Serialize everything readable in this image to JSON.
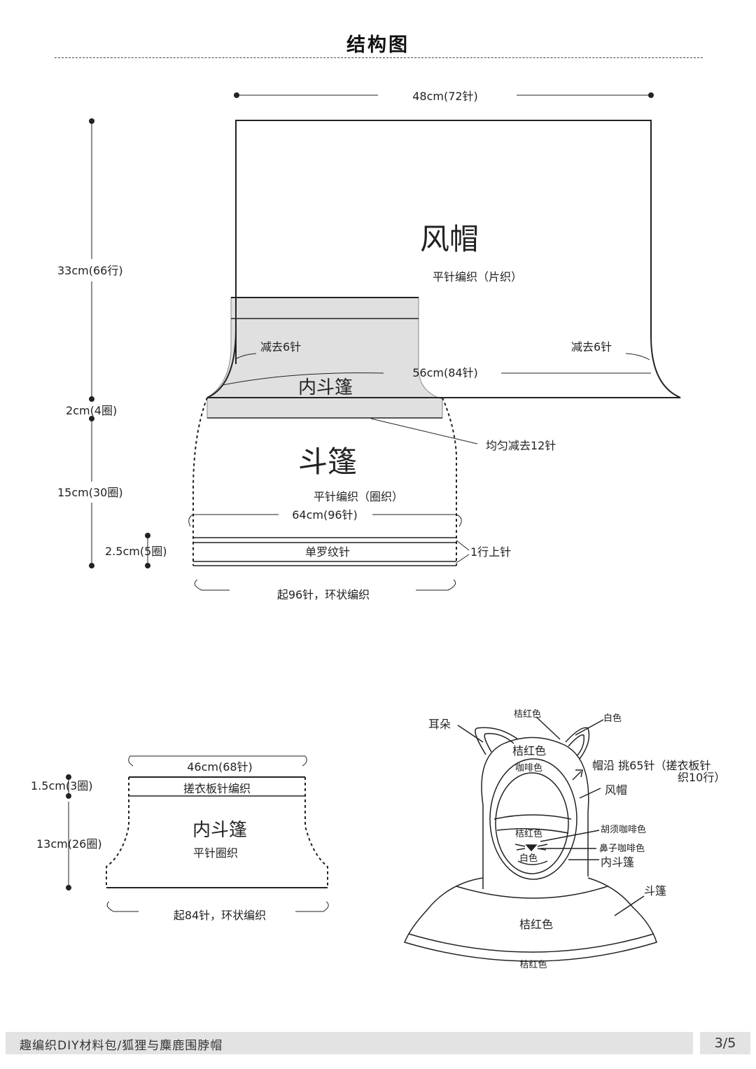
{
  "page_title": "结构图",
  "top": {
    "width_label": "48cm(72针)",
    "height_label": "33cm(66行)",
    "hood_title": "风帽",
    "hood_sub": "平针编织（片织）",
    "dec_left": "减去6针",
    "dec_right": "减去6针",
    "mid_width_label": "56cm(84针)",
    "inner_cape": "内斗篷",
    "band_label": "2cm(4圈)",
    "even_dec": "均匀减去12针",
    "cape_title": "斗篷",
    "cape_sub": "平针编织（圈织）",
    "cape_height": "15cm(30圈)",
    "cape_width": "64cm(96针)",
    "rib_height": "2.5cm(5圈)",
    "rib_label": "单罗纹针",
    "purl_row": "1行上针",
    "cast_on": "起96针，环状编织"
  },
  "inner": {
    "width": "46cm(68针)",
    "rib_height": "1.5cm(3圈)",
    "rib_label": "搓衣板针编织",
    "height": "13cm(26圈)",
    "title": "内斗篷",
    "sub": "平针圈织",
    "cast_on": "起84针，环状编织"
  },
  "figure": {
    "ear": "耳朵",
    "orange_top": "桔红色",
    "white_top": "白色",
    "orange_head": "桔红色",
    "coffee": "咖啡色",
    "brim": "帽沿 挑65针（搓衣板针",
    "brim2": "织10行）",
    "hood": "风帽",
    "whisker": "胡须咖啡色",
    "orange_face": "桔红色",
    "nose": "鼻子咖啡色",
    "white_face": "白色",
    "inner_cape": "内斗篷",
    "cape": "斗篷",
    "orange_body": "桔红色",
    "orange_hem": "桔红色"
  },
  "footer": {
    "text": "趣编织DIY材料包/狐狸与麋鹿围脖帽",
    "page": "3/5"
  }
}
